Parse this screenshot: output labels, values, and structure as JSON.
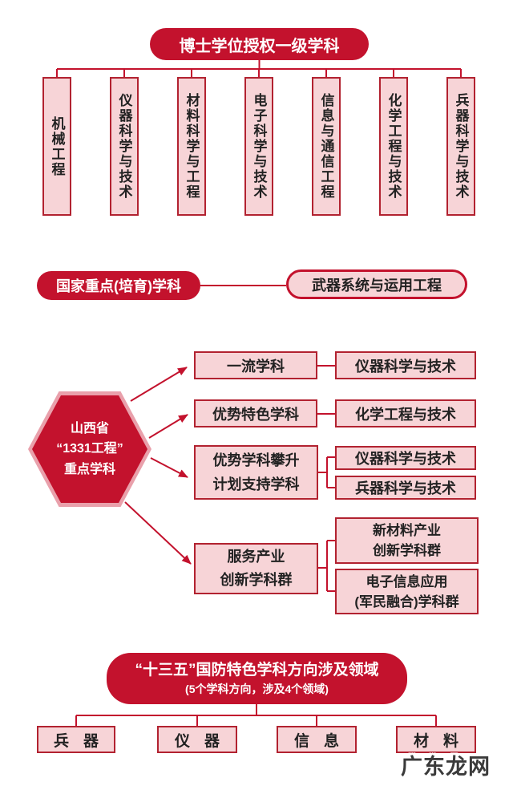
{
  "palette": {
    "red": "#C3122D",
    "pink": "#F7D4D7",
    "border": "#B22230",
    "hex_edge": "#E9A0AB",
    "ink": "#222222"
  },
  "doctoral": {
    "title": "博士学位授权一级学科",
    "items": [
      "机械工程",
      "仪器科学与技术",
      "材料科学与工程",
      "电子科学与技术",
      "信息与通信工程",
      "化学工程与技术",
      "兵器科学与技术"
    ]
  },
  "national_key": {
    "label": "国家重点(培育)学科",
    "target": "武器系统与运用工程"
  },
  "program1331": {
    "hexagon": {
      "line1": "山西省",
      "line2": "“1331工程”",
      "line3": "重点学科"
    },
    "rows": [
      {
        "category": "一流学科",
        "target": "仪器科学与技术"
      },
      {
        "category": "优势特色学科",
        "target": "化学工程与技术"
      },
      {
        "category_line1": "优势学科攀升",
        "category_line2": "计划支持学科",
        "target1": "仪器科学与技术",
        "target2": "兵器科学与技术"
      },
      {
        "category_line1": "服务产业",
        "category_line2": "创新学科群",
        "target1_line1": "新材料产业",
        "target1_line2": "创新学科群",
        "target2_line1": "电子信息应用",
        "target2_line2": "(军民融合)学科群"
      }
    ]
  },
  "thirteenth_five": {
    "title": "“十三五”国防特色学科方向涉及领域",
    "subtitle": "(5个学科方向，涉及4个领域)",
    "fields": [
      "兵器",
      "仪器",
      "信息",
      "材料"
    ]
  },
  "watermark": "广东龙网"
}
